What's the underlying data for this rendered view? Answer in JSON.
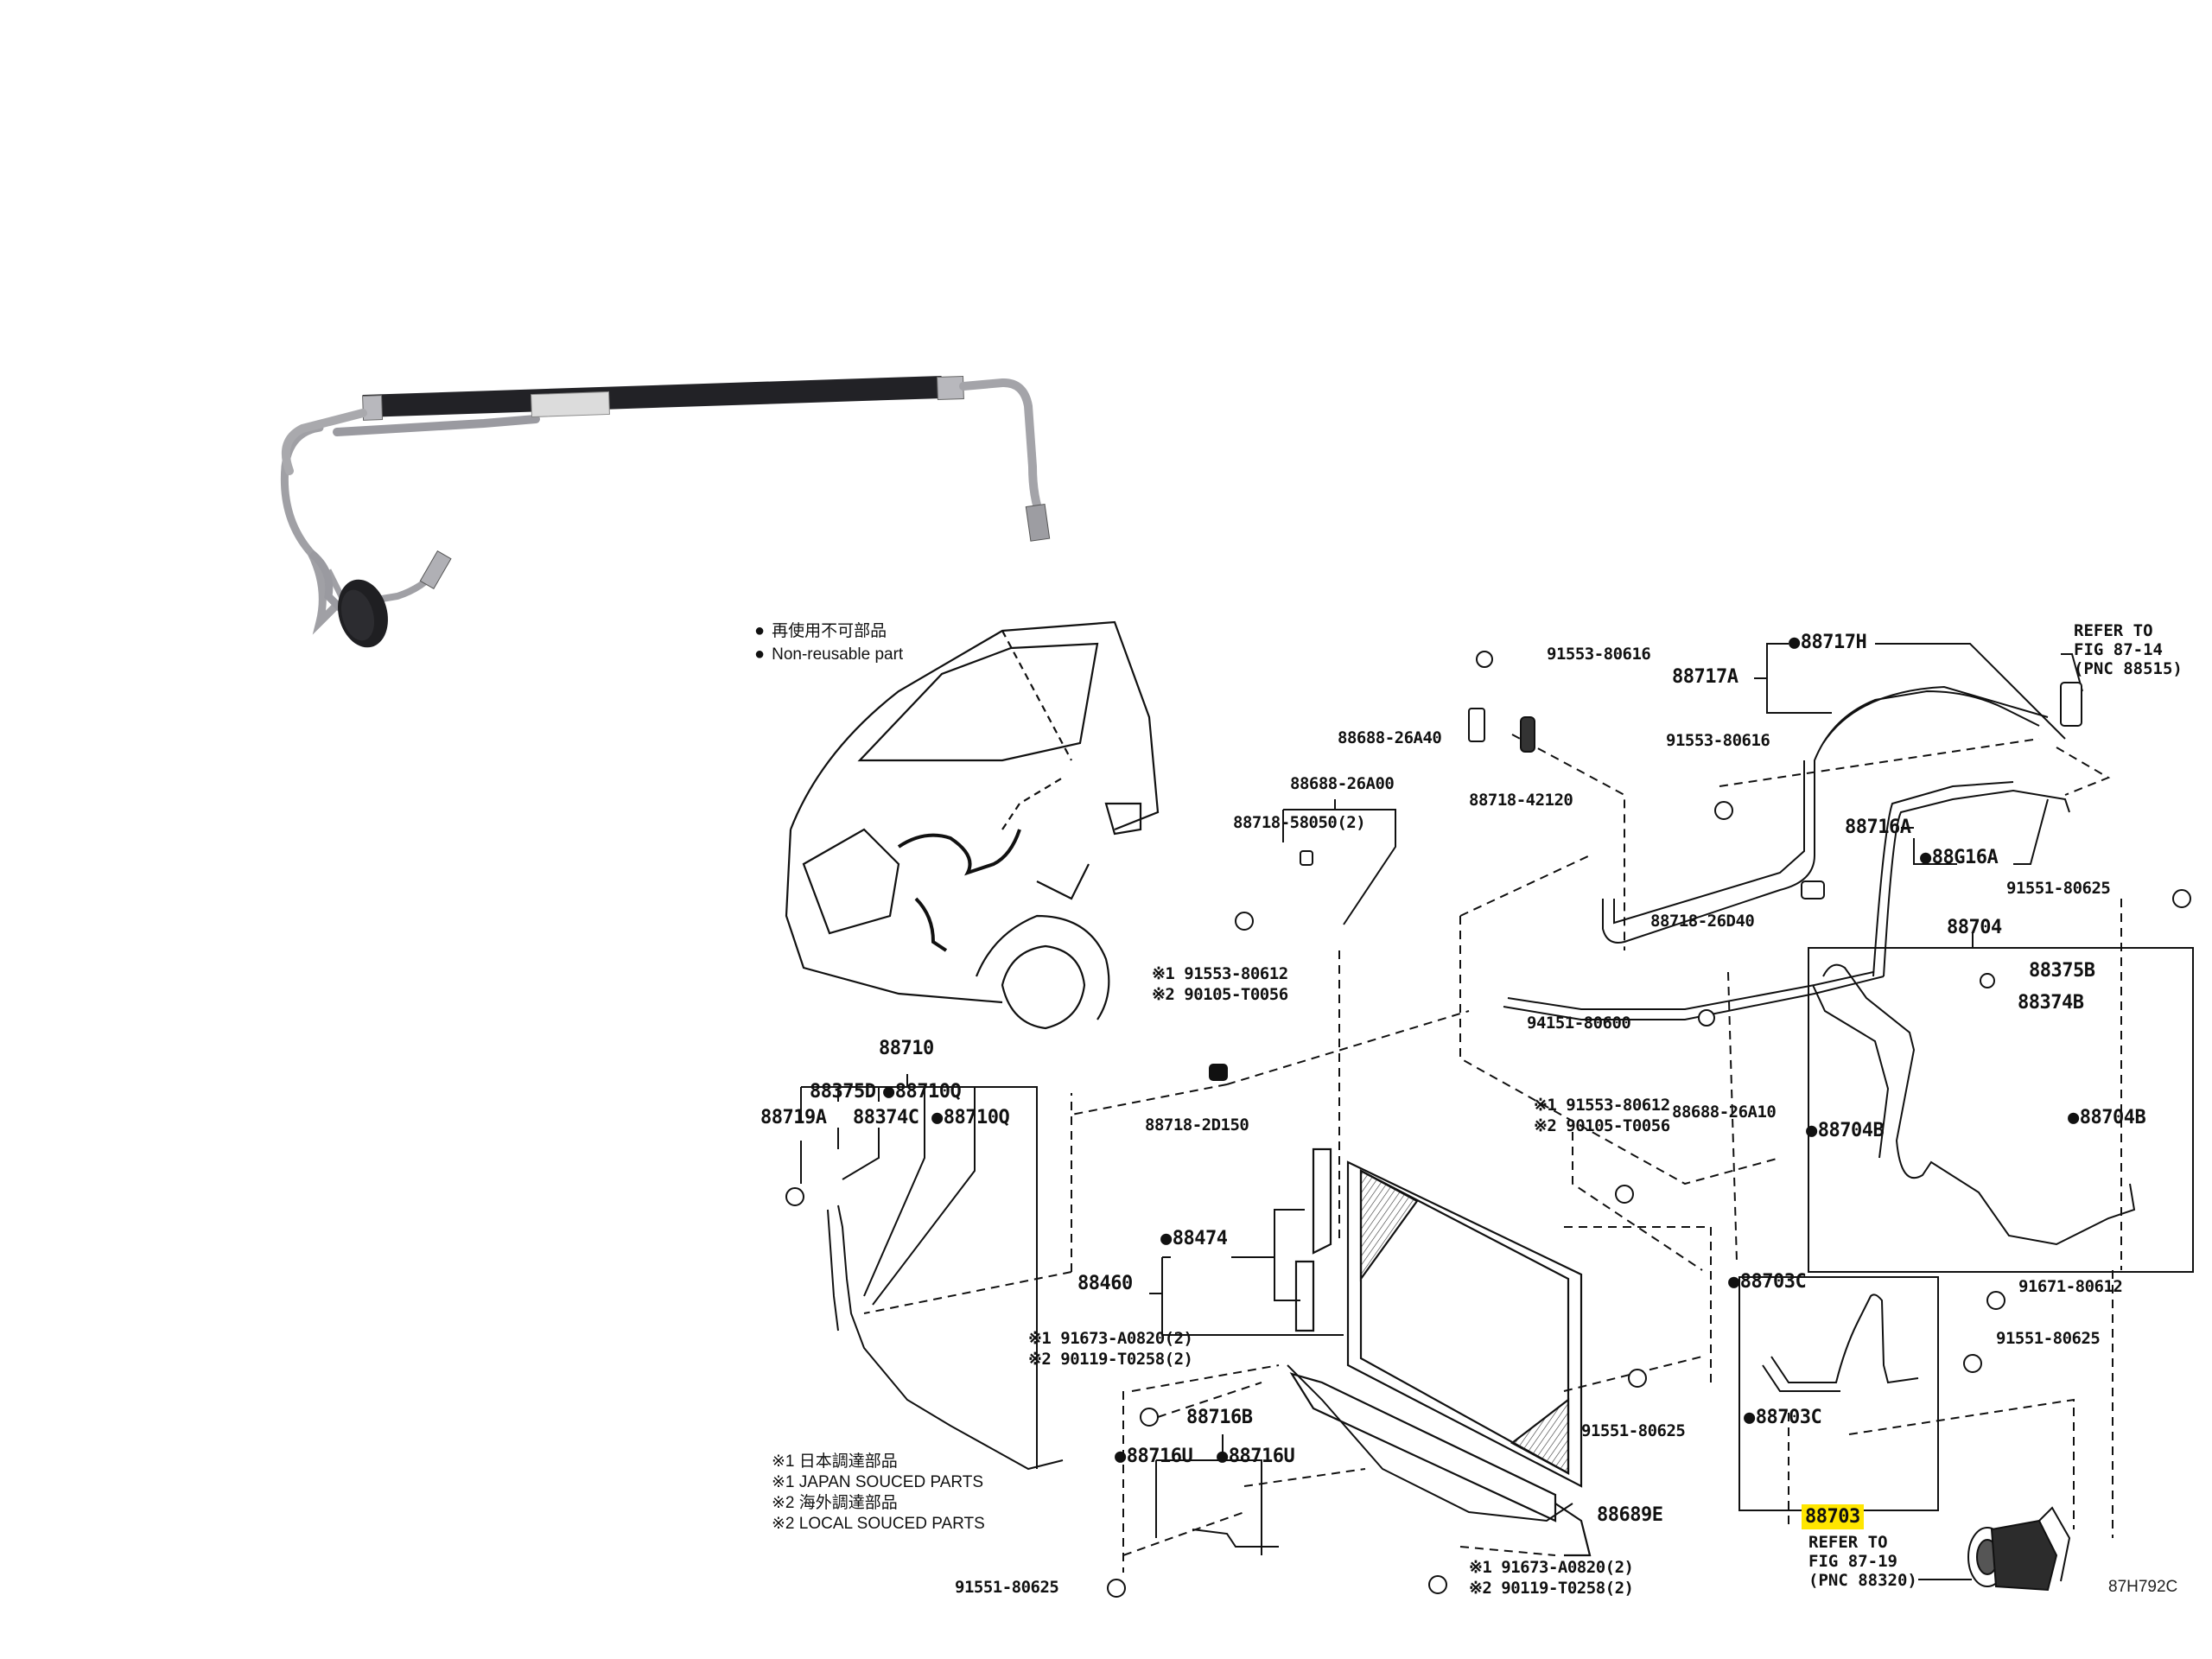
{
  "legend": {
    "reusable_jp": "再使用不可部品",
    "reusable_en": "Non-reusable part"
  },
  "footnotes": [
    "※1 日本調達部品",
    "※1 JAPAN SOUCED PARTS",
    "※2 海外調達部品",
    "※2 LOCAL SOUCED PARTS"
  ],
  "labels": {
    "p91553_80616_top": "91553-80616",
    "p88717H": "88717H",
    "p88717A": "88717A",
    "p88688_26A40": "88688-26A40",
    "p91553_80616_mid": "91553-80616",
    "p88718_42120": "88718-42120",
    "p88688_26A00": "88688-26A00",
    "p88718_58050": "88718-58050(2)",
    "p88716A": "88716A",
    "p88G16A": "88G16A",
    "p91551_80625_r1": "91551-80625",
    "p88718_26D40": "88718-26D40",
    "p91553_80612_a": "※1 91553-80612",
    "p90105_T0056_a": "※2 90105-T0056",
    "p88704": "88704",
    "p88375B": "88375B",
    "p88374B": "88374B",
    "p94151_80600": "94151-80600",
    "p88710": "88710",
    "p88375D": "88375D",
    "p88710Q_a": "88710Q",
    "p88719A": "88719A",
    "p88374C": "88374C",
    "p88710Q_b": "88710Q",
    "p88718_2D150": "88718-2D150",
    "p91553_80612_b": "※1 91553-80612",
    "p90105_T0056_b": "※2 90105-T0056",
    "p88688_26A10": "88688-26A10",
    "p88704B_l": "88704B",
    "p88704B_r": "88704B",
    "p88474": "88474",
    "p88460": "88460",
    "p88703C_t": "88703C",
    "p91671_80612": "91671-80612",
    "p91673_A0820_a": "※1 91673-A0820(2)",
    "p90119_T0258_a": "※2 90119-T0258(2)",
    "p91551_80625_r2": "91551-80625",
    "p88716B": "88716B",
    "p91551_80625_c": "91551-80625",
    "p88703C_b": "88703C",
    "p88716U_a": "88716U",
    "p88716U_b": "88716U",
    "p88689E": "88689E",
    "p88703": "88703",
    "p91551_80625_bl": "91551-80625",
    "p91673_A0820_b": "※1 91673-A0820(2)",
    "p90119_T0258_b": "※2 90119-T0258(2)"
  },
  "refer_receiver": "REFER TO\nFIG 87-14\n(PNC 88515)",
  "refer_compressor": "REFER TO\nFIG 87-19\n(PNC 88320)",
  "diagram_code": "87H792C",
  "colors": {
    "highlight": "#ffe600",
    "ink": "#111111",
    "hose": "#2a2a2e",
    "pipe": "#a9a9ad"
  }
}
